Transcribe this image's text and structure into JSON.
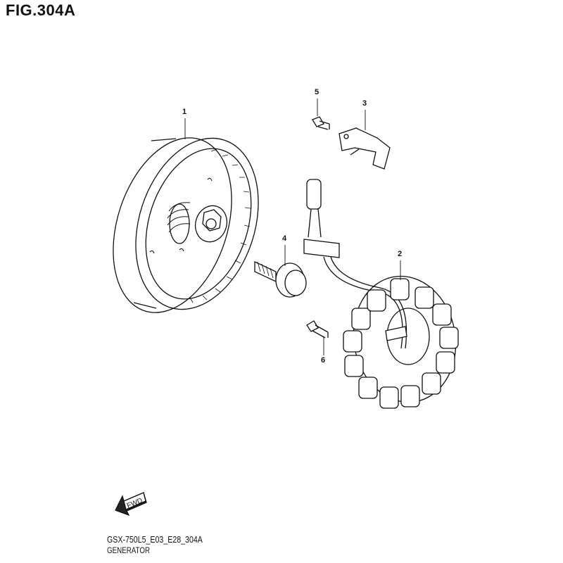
{
  "figure": {
    "title": "FIG.304A",
    "code": "GSX-750L5_E03_E28_304A",
    "name": "GENERATOR",
    "direction_label": "FWD"
  },
  "callouts": [
    {
      "number": "1",
      "part": "flywheel-rotor"
    },
    {
      "number": "2",
      "part": "stator"
    },
    {
      "number": "3",
      "part": "clamp"
    },
    {
      "number": "4",
      "part": "rotor-bolt"
    },
    {
      "number": "5",
      "part": "clamp-screw"
    },
    {
      "number": "6",
      "part": "stator-screw"
    }
  ]
}
